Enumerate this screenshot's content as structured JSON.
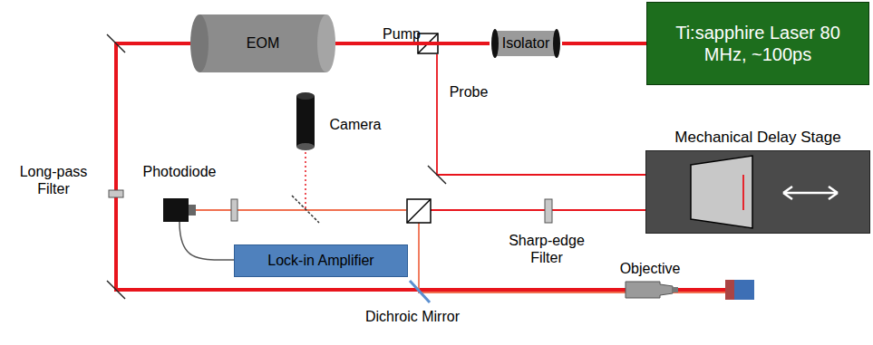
{
  "diagram": {
    "nodes": [
      {
        "text": [
          "EOM"
        ]
      },
      {
        "text": [
          "Isolator"
        ]
      },
      {
        "text": [
          "Ti:sapphire Laser 80 MHz, ~100ps"
        ]
      },
      {
        "text": [
          "Mechanical Delay Stage"
        ]
      },
      {
        "text": [
          "Lock-in Amplifier"
        ]
      }
    ],
    "edges": [
      {
        "from": 2,
        "to": 1,
        "arrow": "none"
      },
      {
        "from": 1,
        "to": 0,
        "arrow": "none"
      }
    ],
    "labels": [
      "Pump",
      "Probe",
      "Camera",
      "Photodiode",
      "Long-pass Filter",
      "Sharp-edge Filter",
      "Objective",
      "Dichroic Mirror"
    ]
  }
}
